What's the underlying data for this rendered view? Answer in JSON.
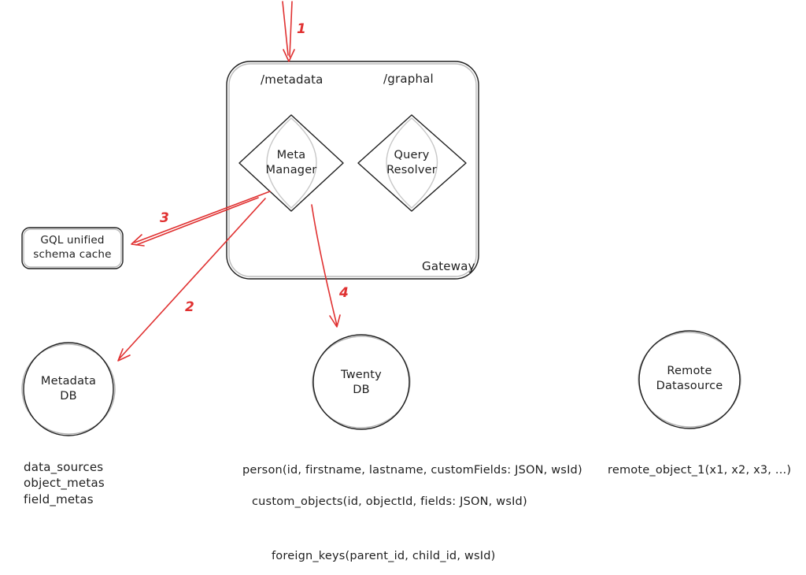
{
  "diagram": {
    "colors": {
      "ink": "#1e1e1e",
      "accent": "#e03131",
      "background": "#ffffff"
    },
    "gateway": {
      "title": "Gateway",
      "route_metadata": "/metadata",
      "route_graphql": "/graphal",
      "meta_manager": "Meta\nManager",
      "query_resolver": "Query\nResolver"
    },
    "cache_box": {
      "label": "GQL unified\nschema cache"
    },
    "databases": {
      "metadata_db": "Metadata\nDB",
      "twenty_db": "Twenty\nDB",
      "remote_datasource": "Remote\nDatasource"
    },
    "arrow_labels": {
      "step1": "1",
      "step2": "2",
      "step3": "3",
      "step4": "4"
    },
    "tables": {
      "metadata_db_tables": "data_sources\nobject_metas\nfield_metas",
      "person": "person(id, firstname, lastname, customFields: JSON, wsId)",
      "custom_objects": "custom_objects(id, objectId, fields: JSON, wsId)",
      "foreign_keys": "foreign_keys(parent_id, child_id, wsId)",
      "remote_object": "remote_object_1(x1, x2, x3, ...)"
    }
  }
}
